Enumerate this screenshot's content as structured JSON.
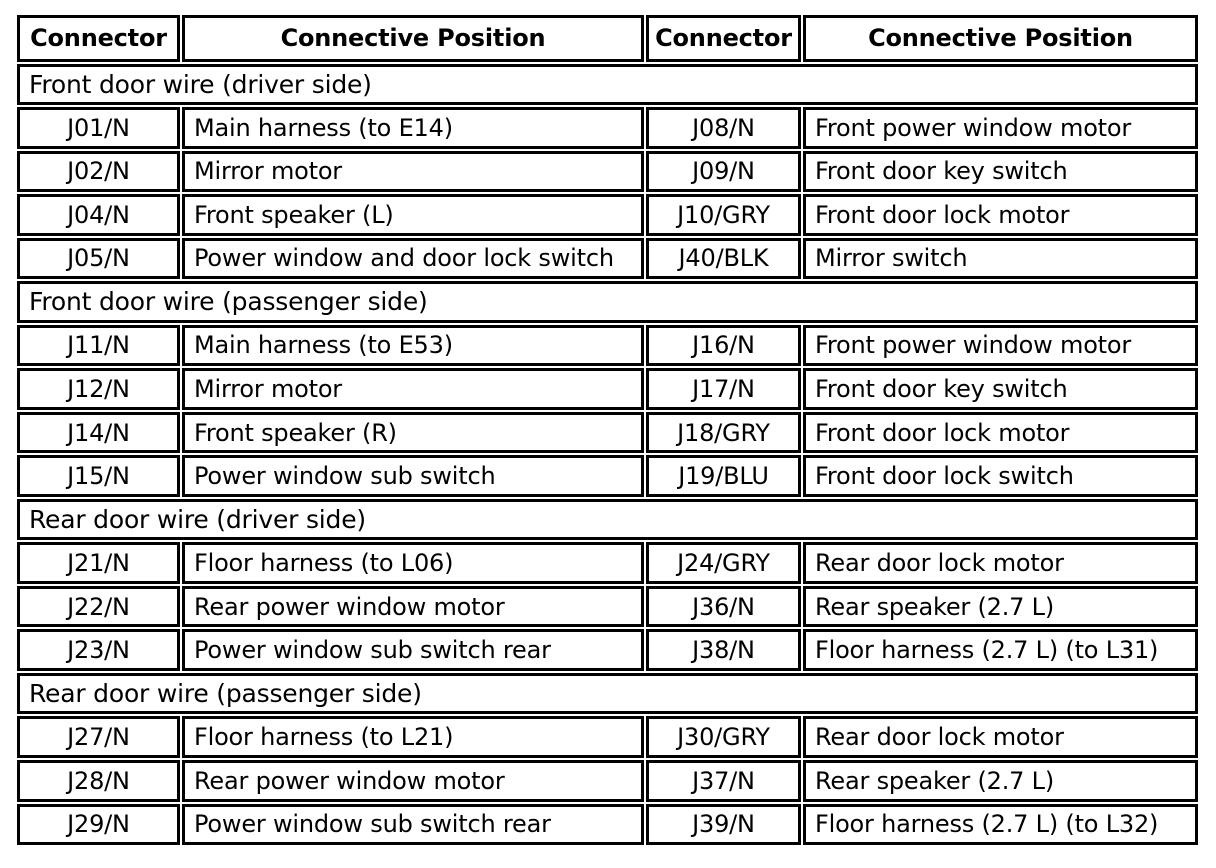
{
  "page": {
    "background_color": "#ffffff",
    "border_color": "#000000",
    "text_color": "#000000"
  },
  "table": {
    "header": {
      "columns": [
        "Connector",
        "Connective Position",
        "Connector",
        "Connective Position"
      ]
    },
    "sections": [
      {
        "title": "Front door wire (driver side)",
        "rows": [
          [
            "J01/N",
            "Main harness (to E14)",
            "J08/N",
            "Front power window motor"
          ],
          [
            "J02/N",
            "Mirror motor",
            "J09/N",
            "Front door key switch"
          ],
          [
            "J04/N",
            "Front speaker (L)",
            "J10/GRY",
            "Front door lock motor"
          ],
          [
            "J05/N",
            "Power window and door lock switch",
            "J40/BLK",
            "Mirror switch"
          ]
        ]
      },
      {
        "title": "Front door wire (passenger side)",
        "rows": [
          [
            "J11/N",
            "Main harness (to E53)",
            "J16/N",
            "Front power window motor"
          ],
          [
            "J12/N",
            "Mirror motor",
            "J17/N",
            "Front door key switch"
          ],
          [
            "J14/N",
            "Front speaker (R)",
            "J18/GRY",
            "Front door lock motor"
          ],
          [
            "J15/N",
            "Power window sub switch",
            "J19/BLU",
            "Front door lock switch"
          ]
        ]
      },
      {
        "title": "Rear door wire (driver side)",
        "rows": [
          [
            "J21/N",
            "Floor harness (to L06)",
            "J24/GRY",
            "Rear door lock motor"
          ],
          [
            "J22/N",
            "Rear power window motor",
            "J36/N",
            "Rear speaker (2.7 L)"
          ],
          [
            "J23/N",
            "Power window sub switch rear",
            "J38/N",
            "Floor harness (2.7 L) (to L31)"
          ]
        ]
      },
      {
        "title": "Rear door wire (passenger side)",
        "rows": [
          [
            "J27/N",
            "Floor harness (to L21)",
            "J30/GRY",
            "Rear door lock motor"
          ],
          [
            "J28/N",
            "Rear power window motor",
            "J37/N",
            "Rear speaker (2.7 L)"
          ],
          [
            "J29/N",
            "Power window sub switch rear",
            "J39/N",
            "Floor harness (2.7 L) (to L32)"
          ]
        ]
      }
    ]
  }
}
